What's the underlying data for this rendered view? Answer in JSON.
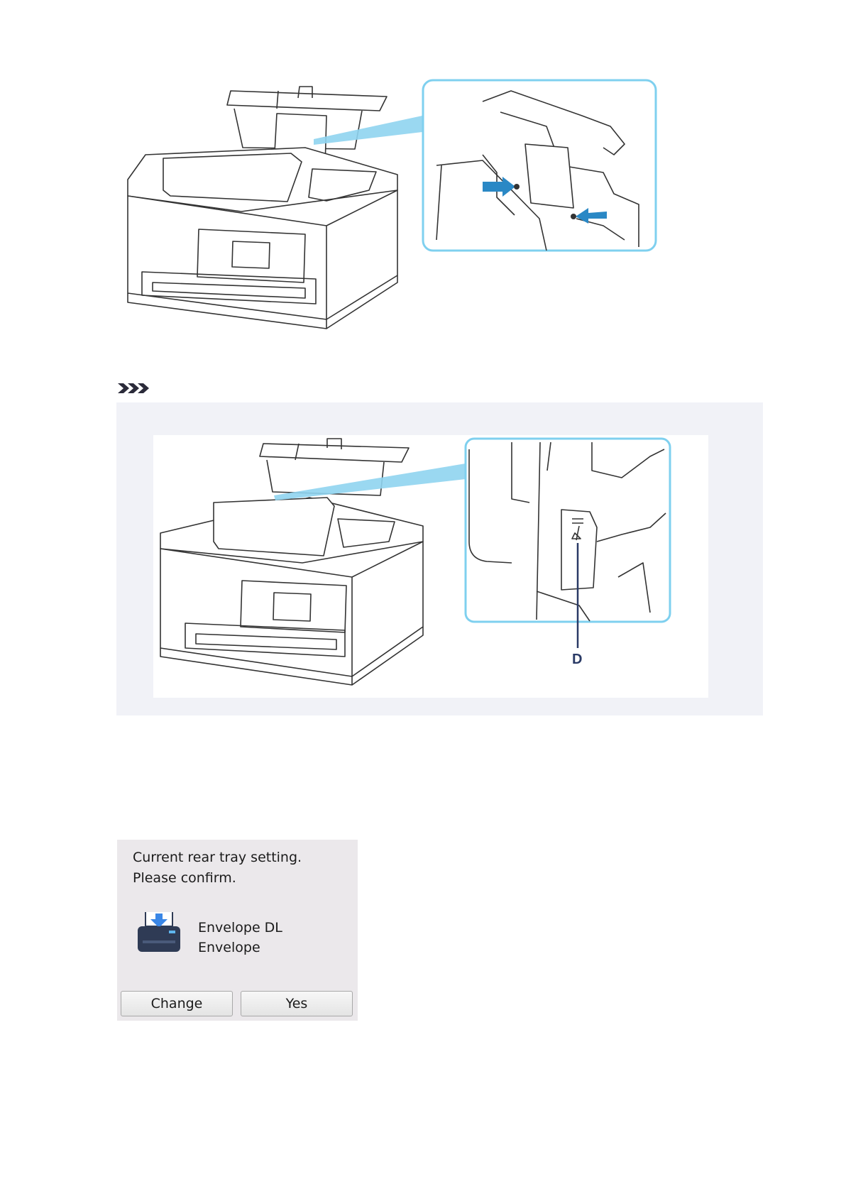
{
  "figures": {
    "callout_label_d": "D"
  },
  "note": {
    "icon": "note-arrows-icon"
  },
  "screen": {
    "message_line1": "Current rear tray setting.",
    "message_line2": "Please confirm.",
    "paper_icon": "printer-rear-tray-icon",
    "page_size": "Envelope DL",
    "media_type": "Envelope",
    "change_button": "Change",
    "yes_button": "Yes"
  },
  "colors": {
    "callout_border": "#7fd0ef",
    "callout_beam": "#8fd4f0",
    "guide_arrow": "#2a88c5",
    "note_panel_bg": "#f1f2f7",
    "screen_bg": "#ebe8eb",
    "tray_icon_arrow": "#3a86e6",
    "printer_icon_body": "#2f3b55"
  }
}
